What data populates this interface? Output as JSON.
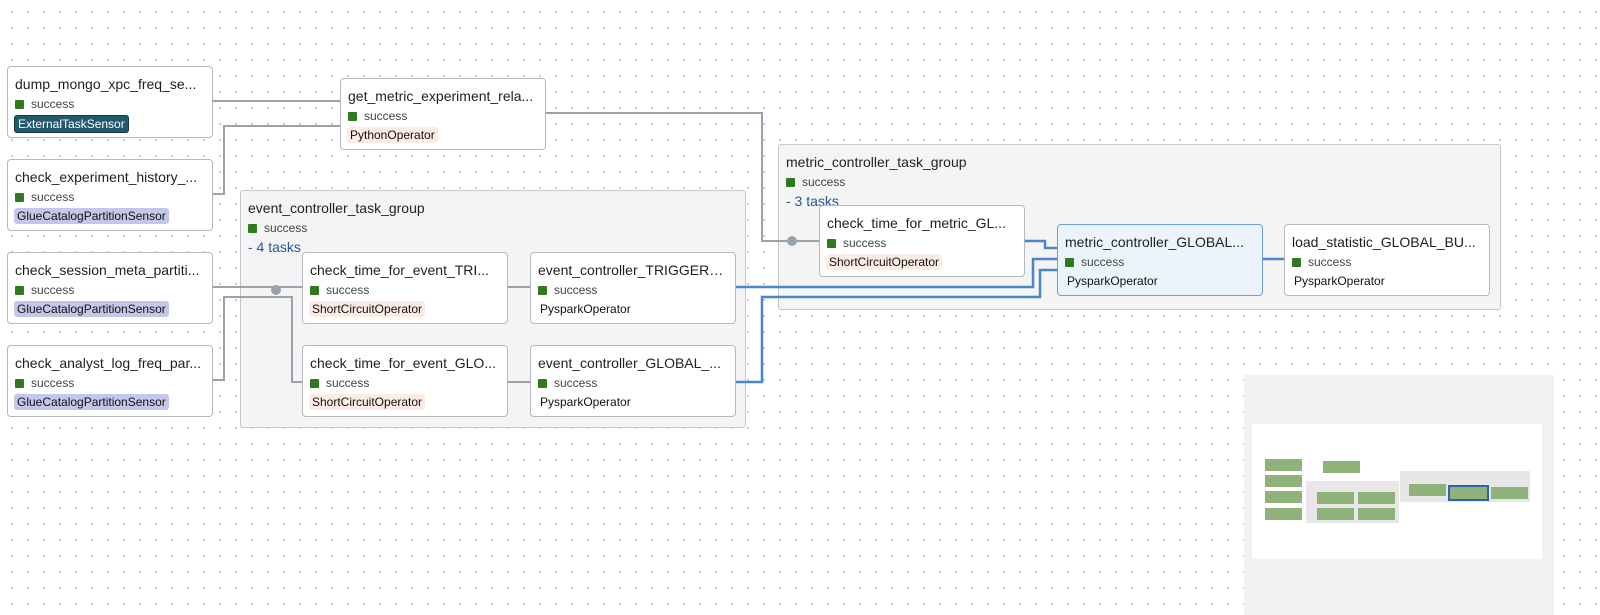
{
  "status_label": "success",
  "colors": {
    "success": "#2f7a1f",
    "edge": "#9aa3ad",
    "edge_highlight": "#4a86cc",
    "selected_bg": "#ebf4fd"
  },
  "nodes": {
    "dump_mongo": {
      "title": "dump_mongo_xpc_freq_se...",
      "operator": "ExternalTaskSensor"
    },
    "check_experiment": {
      "title": "check_experiment_history_...",
      "operator": "GlueCatalogPartitionSensor"
    },
    "check_session": {
      "title": "check_session_meta_partiti...",
      "operator": "GlueCatalogPartitionSensor"
    },
    "check_analyst": {
      "title": "check_analyst_log_freq_par...",
      "operator": "GlueCatalogPartitionSensor"
    },
    "get_metric": {
      "title": "get_metric_experiment_rela...",
      "operator": "PythonOperator"
    },
    "check_event_triggered": {
      "title": "check_time_for_event_TRI...",
      "operator": "ShortCircuitOperator"
    },
    "check_event_global": {
      "title": "check_time_for_event_GLO...",
      "operator": "ShortCircuitOperator"
    },
    "event_triggered": {
      "title": "event_controller_TRIGGERED",
      "operator": "PysparkOperator"
    },
    "event_global": {
      "title": "event_controller_GLOBAL_...",
      "operator": "PysparkOperator"
    },
    "check_metric": {
      "title": "check_time_for_metric_GL...",
      "operator": "ShortCircuitOperator"
    },
    "metric_global": {
      "title": "metric_controller_GLOBAL...",
      "operator": "PysparkOperator"
    },
    "load_statistic": {
      "title": "load_statistic_GLOBAL_BU...",
      "operator": "PysparkOperator"
    }
  },
  "groups": {
    "event": {
      "title": "event_controller_task_group",
      "tasks": "- 4 tasks"
    },
    "metric": {
      "title": "metric_controller_task_group",
      "tasks": "- 3 tasks"
    }
  }
}
